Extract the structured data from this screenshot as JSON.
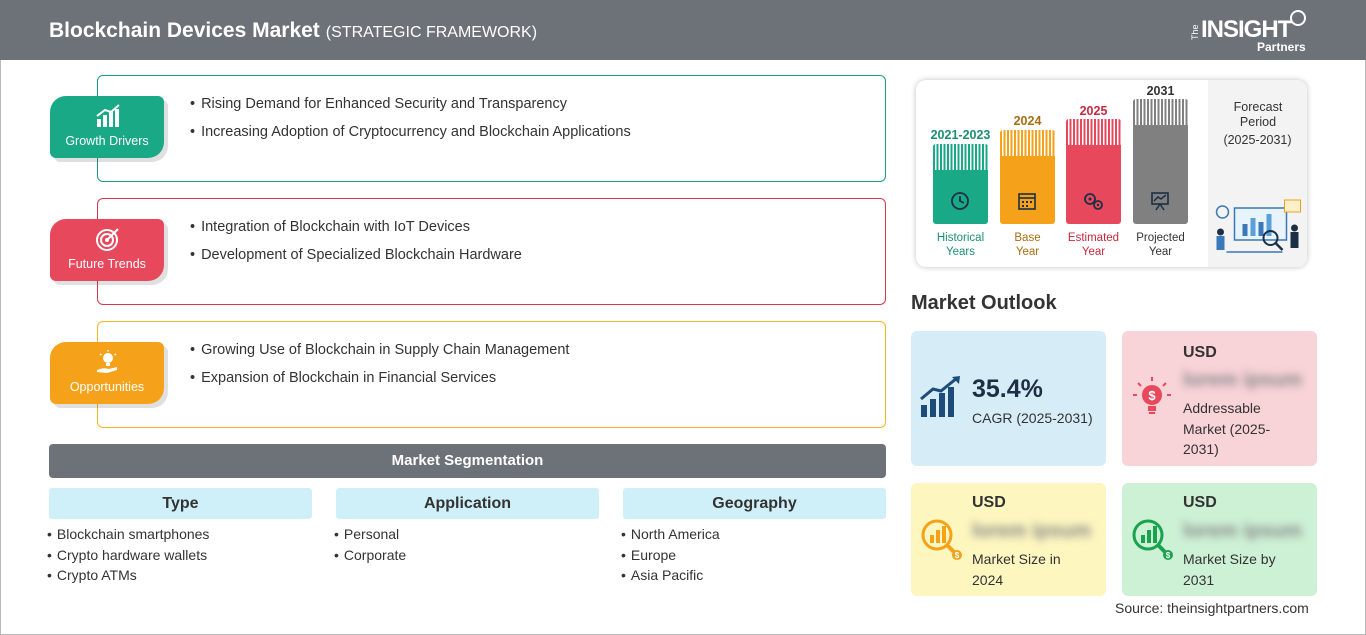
{
  "header": {
    "title": "Blockchain Devices Market",
    "subtitle": "(STRATEGIC FRAMEWORK)",
    "logo": {
      "prefix": "The",
      "main": "INSIGHT",
      "sub": "Partners"
    }
  },
  "sections": [
    {
      "label": "Growth Drivers",
      "color": "#1aa986",
      "icon": "bar-chart-up-icon",
      "items": [
        "Rising Demand for Enhanced Security and Transparency",
        "Increasing Adoption of Cryptocurrency and Blockchain Applications"
      ]
    },
    {
      "label": "Future Trends",
      "color": "#e8485c",
      "icon": "target-icon",
      "items": [
        "Integration of Blockchain with IoT Devices",
        "Development of Specialized Blockchain Hardware"
      ]
    },
    {
      "label": "Opportunities",
      "color": "#f5a21a",
      "icon": "lightbulb-hand-icon",
      "items": [
        "Growing Use of Blockchain in Supply Chain Management",
        "Expansion of Blockchain in Financial Services"
      ]
    }
  ],
  "segmentation": {
    "title": "Market Segmentation",
    "columns": [
      {
        "head": "Type",
        "items": [
          "Blockchain smartphones",
          "Crypto hardware wallets",
          "Crypto ATMs"
        ]
      },
      {
        "head": "Application",
        "items": [
          "Personal",
          "Corporate"
        ]
      },
      {
        "head": "Geography",
        "items": [
          "North America",
          "Europe",
          "Asia Pacific"
        ]
      }
    ]
  },
  "timeline": {
    "bars": [
      {
        "year": "2021-2023",
        "label": [
          "Historical",
          "Years"
        ],
        "color": "#1aa986",
        "icon": "history-icon"
      },
      {
        "year": "2024",
        "label": [
          "Base",
          "Year"
        ],
        "color": "#f5a21a",
        "icon": "calendar-icon"
      },
      {
        "year": "2025",
        "label": [
          "Estimated",
          "Year"
        ],
        "color": "#e8485c",
        "icon": "gears-icon"
      },
      {
        "year": "2031",
        "label": [
          "Projected",
          "Year"
        ],
        "color": "#808080",
        "icon": "presentation-icon"
      }
    ],
    "forecast": {
      "title": "Forecast Period",
      "range": "(2025-2031)"
    }
  },
  "outlook": {
    "title": "Market Outlook",
    "cagr": {
      "value": "35.4%",
      "label": "CAGR (2025-2031)"
    },
    "addressable": {
      "currency": "USD",
      "value": "lorem ipsum",
      "label": "Addressable Market (2025-2031)"
    },
    "size2024": {
      "currency": "USD",
      "value": "lorem ipsum",
      "label": "Market Size in 2024"
    },
    "size2031": {
      "currency": "USD",
      "value": "lorem ipsum",
      "label": "Market Size by 2031"
    }
  },
  "source": "Source: theinsightpartners.com"
}
